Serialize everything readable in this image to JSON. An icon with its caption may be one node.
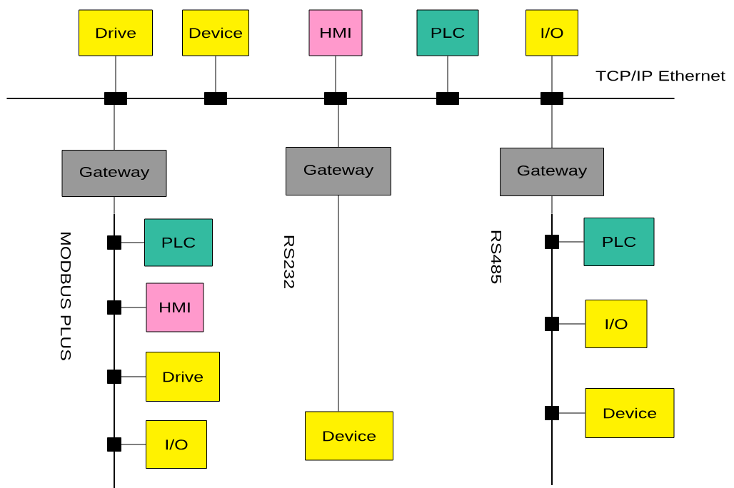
{
  "diagram": {
    "nodes": [
      {
        "text": [
          "Drive"
        ]
      },
      {
        "text": [
          "Device"
        ]
      },
      {
        "text": [
          "HMI"
        ]
      },
      {
        "text": [
          "PLC"
        ]
      },
      {
        "text": [
          "I/O"
        ]
      },
      {
        "text": [],
        "shape": "bar",
        "beside": [
          "TCP/IP Ethernet"
        ]
      },
      {
        "text": [
          "Gateway"
        ]
      },
      {
        "text": [
          "Gateway"
        ]
      },
      {
        "text": [
          "Gateway"
        ]
      },
      {
        "text": [],
        "shape": "bar",
        "beside": [
          "MODBUS PLUS"
        ]
      },
      {
        "text": [
          "PLC"
        ]
      },
      {
        "text": [
          "HMI"
        ]
      },
      {
        "text": [
          "Drive"
        ]
      },
      {
        "text": [
          "I/O"
        ]
      },
      {
        "text": [
          "Device"
        ]
      },
      {
        "text": [],
        "shape": "bar",
        "beside": [
          "RS485"
        ]
      },
      {
        "text": [
          "PLC"
        ]
      },
      {
        "text": [
          "I/O"
        ]
      },
      {
        "text": [
          "Device"
        ]
      }
    ],
    "edges": [
      {
        "from": 0,
        "to": 5,
        "arrow": "other"
      },
      {
        "from": 1,
        "to": 5,
        "arrow": "other"
      },
      {
        "from": 2,
        "to": 5,
        "arrow": "other"
      },
      {
        "from": 3,
        "to": 5,
        "arrow": "other"
      },
      {
        "from": 4,
        "to": 5,
        "arrow": "other"
      },
      {
        "from": 5,
        "to": 6,
        "arrow": "none"
      },
      {
        "from": 5,
        "to": 7,
        "arrow": "none"
      },
      {
        "from": 5,
        "to": 8,
        "arrow": "none"
      },
      {
        "from": 6,
        "to": 9,
        "arrow": "none"
      },
      {
        "from": 10,
        "to": 9,
        "arrow": "other"
      },
      {
        "from": 11,
        "to": 9,
        "arrow": "other"
      },
      {
        "from": 12,
        "to": 9,
        "arrow": "other"
      },
      {
        "from": 13,
        "to": 9,
        "arrow": "other"
      },
      {
        "from": 7,
        "to": 14,
        "label": "RS232",
        "arrow": "none"
      },
      {
        "from": 8,
        "to": 15,
        "arrow": "none"
      },
      {
        "from": 16,
        "to": 15,
        "arrow": "other"
      },
      {
        "from": 17,
        "to": 15,
        "arrow": "other"
      },
      {
        "from": 18,
        "to": 15,
        "arrow": "other"
      }
    ]
  }
}
